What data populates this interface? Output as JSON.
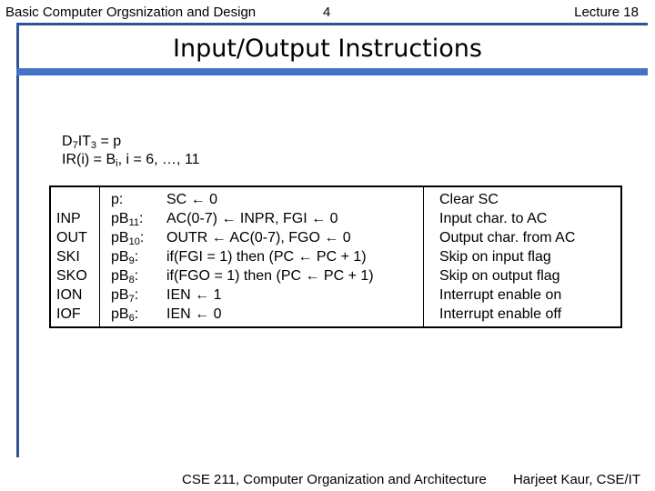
{
  "header": {
    "course_title": "Basic Computer Orgsnization and Design",
    "page_number": "4",
    "lecture": "Lecture 18"
  },
  "slide": {
    "title": "Input/Output Instructions"
  },
  "intro": {
    "line1": {
      "a": "D",
      "a_sub": "7",
      "b": "IT",
      "b_sub": "3",
      "rest": " = p"
    },
    "line2": {
      "a": "IR(i) = B",
      "a_sub": "i",
      "rest": ", i = 6, …, 11"
    }
  },
  "table": {
    "rows": [
      {
        "symbol": "",
        "cond": "p",
        "cond_sub": "",
        "cond_suffix": ":",
        "op": "SC ← 0",
        "desc": "Clear SC"
      },
      {
        "symbol": "INP",
        "cond": "pB",
        "cond_sub": "11",
        "cond_suffix": ":",
        "op": "AC(0-7) ← INPR, FGI ← 0",
        "desc": "Input char. to AC"
      },
      {
        "symbol": "OUT",
        "cond": "pB",
        "cond_sub": "10",
        "cond_suffix": ":",
        "op": "OUTR ← AC(0-7), FGO ← 0",
        "desc": "Output char. from AC"
      },
      {
        "symbol": "SKI",
        "cond": "pB",
        "cond_sub": "9",
        "cond_suffix": ":",
        "op": "if(FGI = 1) then (PC ← PC + 1)",
        "desc": "Skip on input flag"
      },
      {
        "symbol": "SKO",
        "cond": "pB",
        "cond_sub": "8",
        "cond_suffix": ":",
        "op": "if(FGO = 1) then (PC ← PC + 1)",
        "desc": "Skip on output flag"
      },
      {
        "symbol": "ION",
        "cond": "pB",
        "cond_sub": "7",
        "cond_suffix": ":",
        "op": "IEN ← 1",
        "desc": "Interrupt enable on"
      },
      {
        "symbol": "IOF",
        "cond": "pB",
        "cond_sub": "6",
        "cond_suffix": ":",
        "op": "IEN ← 0",
        "desc": "Interrupt enable off"
      }
    ]
  },
  "footer": {
    "left": "CSE 211, Computer Organization and Architecture",
    "right": "Harjeet Kaur, CSE/IT"
  }
}
